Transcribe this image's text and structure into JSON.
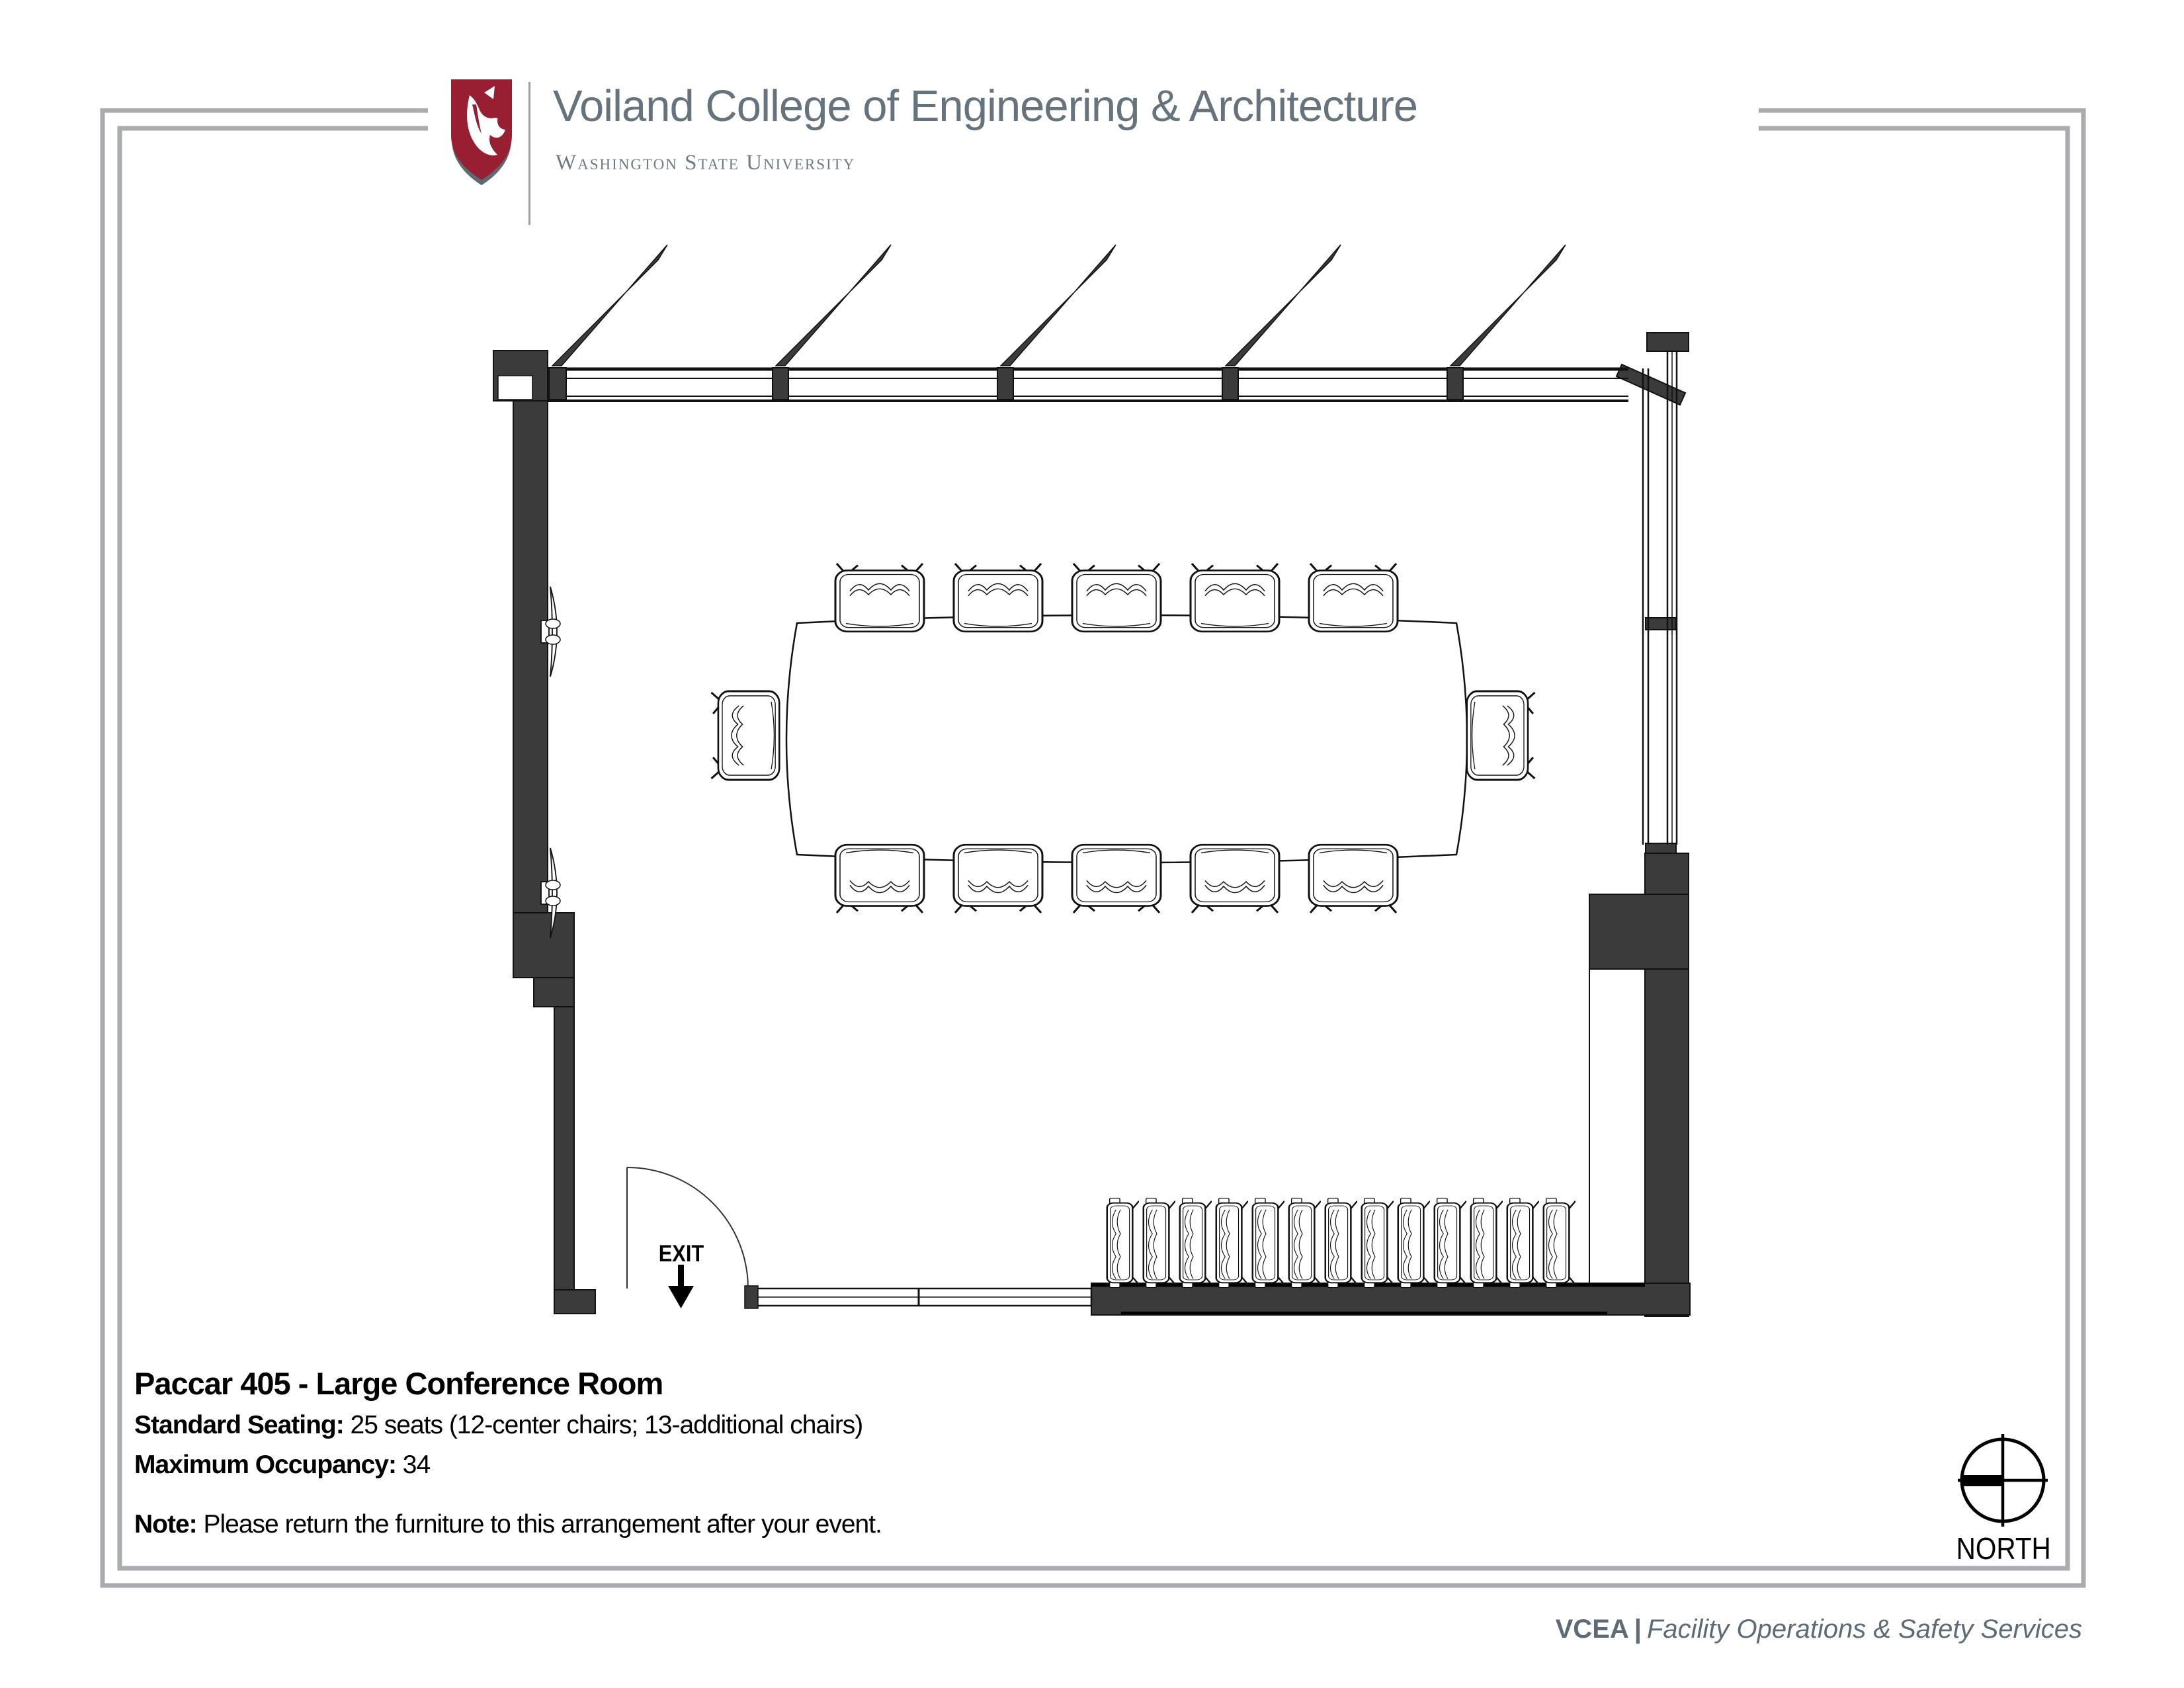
{
  "header": {
    "college": "Voiland College of Engineering & Architecture",
    "university": "Washington State University"
  },
  "plan": {
    "exit_label": "EXIT",
    "north_label": "NORTH"
  },
  "title_block": {
    "title": "Paccar 405 - Large Conference Room",
    "seating_label": "Standard Seating:",
    "seating_value": " 25 seats (12-center chairs; 13-additional chairs)",
    "occupancy_label": "Maximum Occupancy:",
    "occupancy_value": " 34",
    "note_label": "Note:",
    "note_value": " Please return the furniture to this arrangement after your event."
  },
  "footer": {
    "brand": "VCEA",
    "separator": "|",
    "department": "Facility Operations & Safety Services"
  },
  "room": {
    "table_center_chairs": 12,
    "table_side_chairs_per_side": 5,
    "table_end_chairs": 2,
    "additional_side_chairs": 13,
    "window_panels": 5
  },
  "colors": {
    "wall_fill": "#3b3b3b",
    "line_black": "#111111",
    "wsu_crimson": "#981e32",
    "shield_gray": "#5e6a72",
    "frame_gray": "#a9abae",
    "header_text_gray": "#66727c",
    "footer_text_gray": "#5d6b76"
  }
}
